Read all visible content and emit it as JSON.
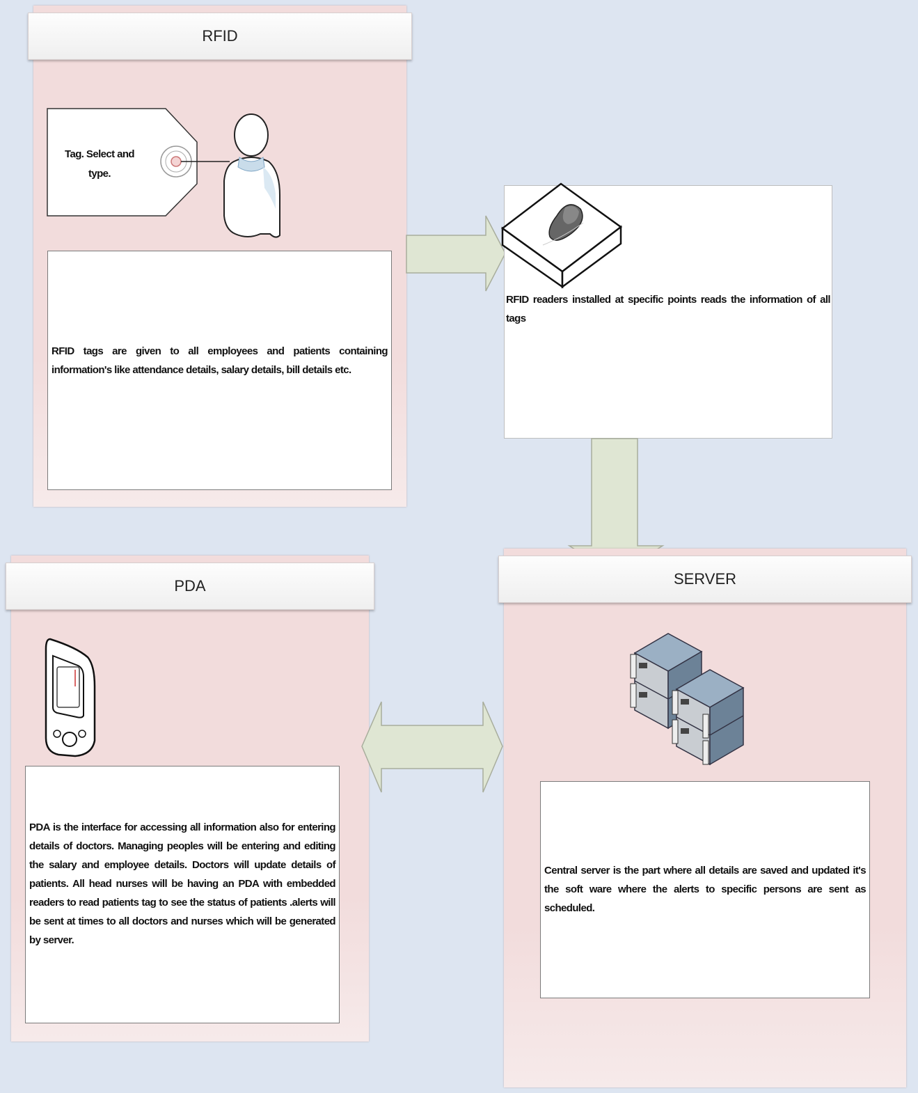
{
  "rfid": {
    "title": "RFID",
    "tag_label_line1": "Tag. Select and",
    "tag_label_line2": "type.",
    "description": "RFID tags are given to all employees and patients containing information's like attendance details, salary details, bill details etc."
  },
  "reader": {
    "description": "RFID readers installed at specific points reads the information of all tags"
  },
  "pda": {
    "title": "PDA",
    "description": "PDA is the interface for accessing all information also for entering details of doctors. Managing peoples will be entering and editing the salary and employee details. Doctors will update details of patients. All head nurses will be having an PDA with embedded readers to read patients tag to see the status of patients .alerts will be sent at times to all doctors and nurses which will be generated by server."
  },
  "server": {
    "title": "SERVER",
    "description": "Central server is the part where all details are saved and updated it's the soft ware where the alerts to specific persons are sent as scheduled."
  },
  "colors": {
    "background": "#dde5f1",
    "panel_fill": "#f2dcdc",
    "arrow_fill": "#dfe6d3"
  }
}
